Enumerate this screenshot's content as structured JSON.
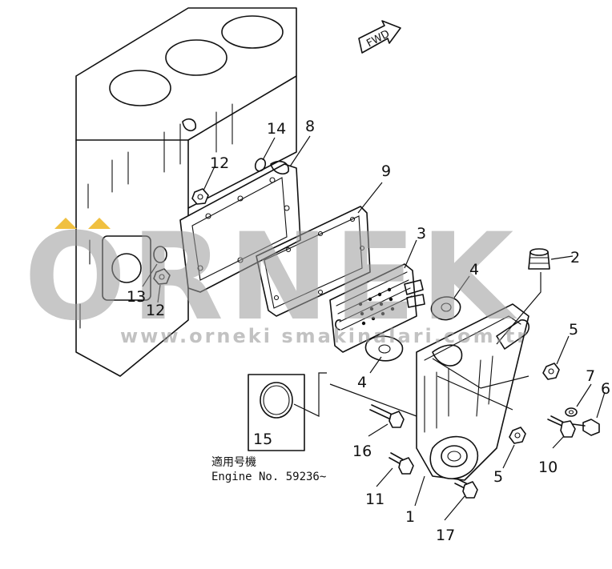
{
  "watermark": {
    "brand": "ORNEK",
    "url": "www.orneki smakinalari.com.tr"
  },
  "direction_arrow": {
    "label": "FWD"
  },
  "serial_note": {
    "line1": "適用号機",
    "line2": "Engine  No. 59236~"
  },
  "callouts": [
    "1",
    "2",
    "3",
    "4",
    "4",
    "5",
    "5",
    "6",
    "7",
    "8",
    "9",
    "10",
    "11",
    "12",
    "12",
    "13",
    "14",
    "15",
    "16",
    "17"
  ],
  "colors": {
    "line": "#111111",
    "watermark": "#9b9b9b",
    "accent": "#f0c040"
  }
}
